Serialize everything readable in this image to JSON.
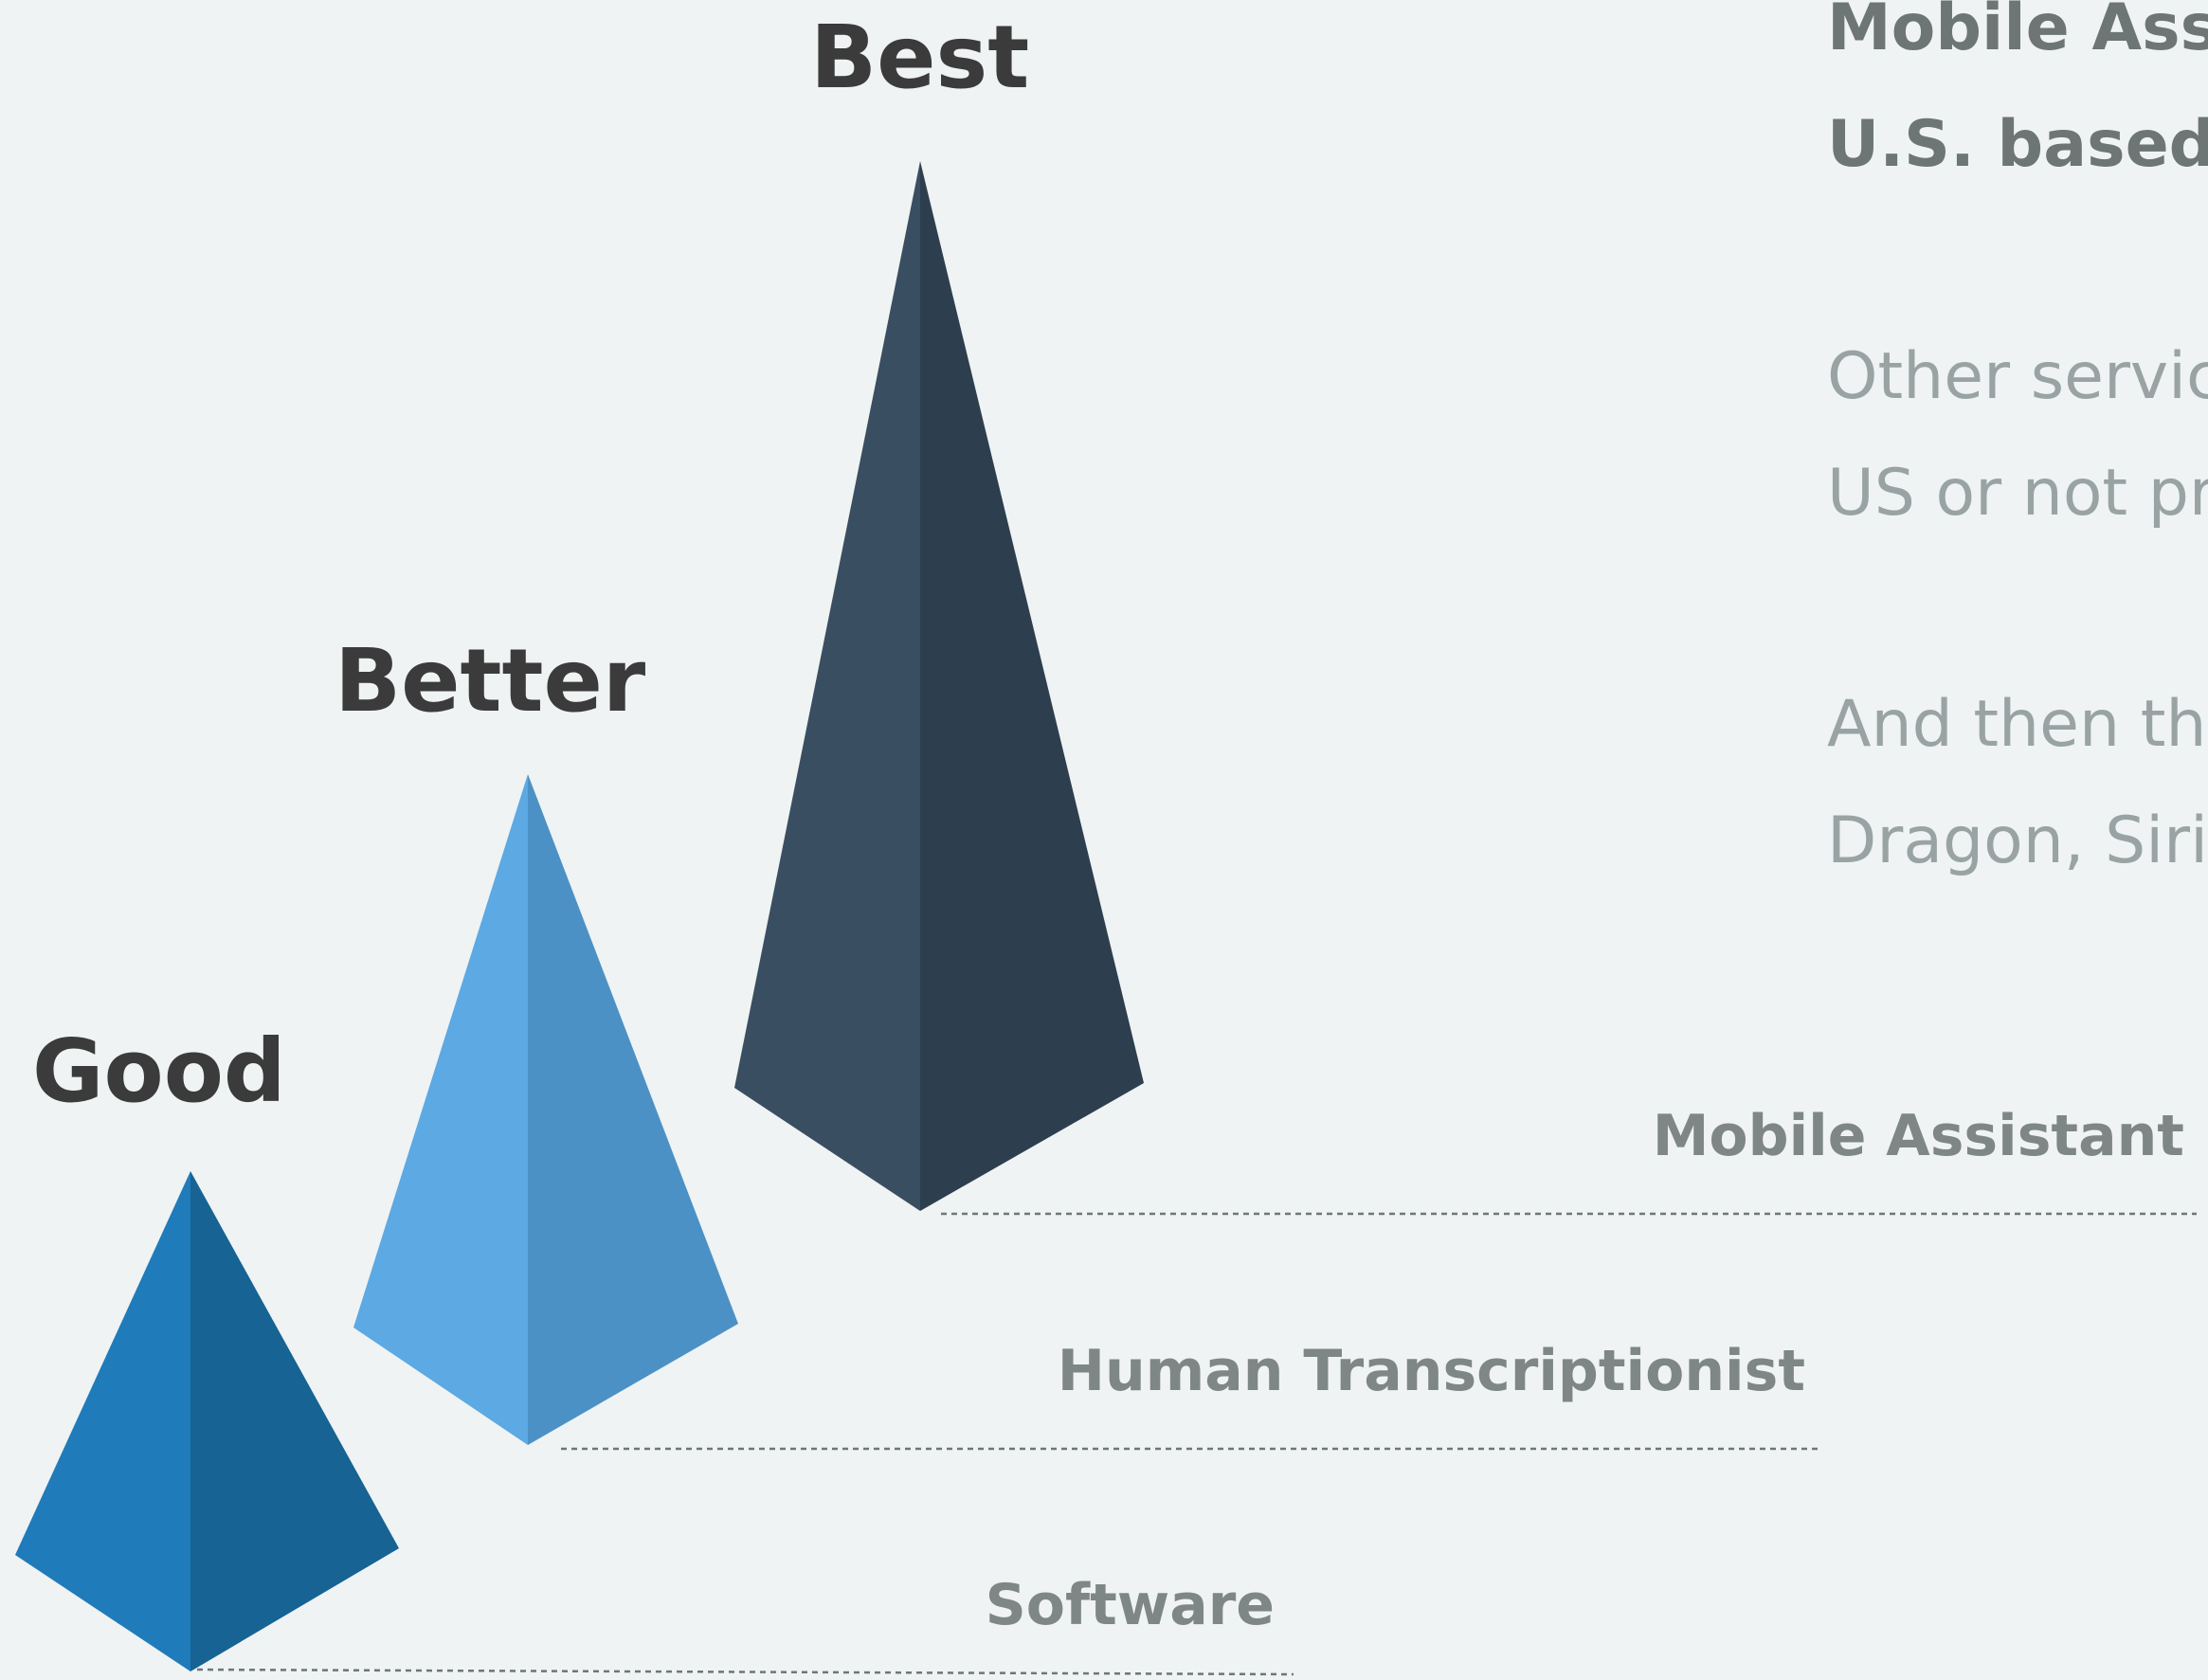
{
  "tiers": [
    {
      "id": "good",
      "label": "Good",
      "level": "Software",
      "colors": {
        "left": "#1f7bba",
        "right": "#166394"
      }
    },
    {
      "id": "better",
      "label": "Better",
      "level": "Human Transcriptionist",
      "colors": {
        "left": "#5ca9e3",
        "right": "#4c91c5"
      }
    },
    {
      "id": "best",
      "label": "Best",
      "level": "Mobile Assistant",
      "colors": {
        "left": "#3a4e61",
        "right": "#2d3e4f"
      }
    }
  ],
  "description": {
    "lines": [
      {
        "text": "Mobile Assi",
        "style": "strong"
      },
      {
        "text": "U.S. based t",
        "style": "strong"
      },
      {
        "text": "Other servic",
        "style": "light"
      },
      {
        "text": "US or not pr",
        "style": "light"
      },
      {
        "text": "And then th",
        "style": "light"
      },
      {
        "text": "Dragon, Siri",
        "style": "light"
      }
    ]
  },
  "colors": {
    "background": "#eff3f3",
    "tier_label": "#3b3b3b",
    "level_label": "#7f8686",
    "guide_line": "#6f7676"
  }
}
